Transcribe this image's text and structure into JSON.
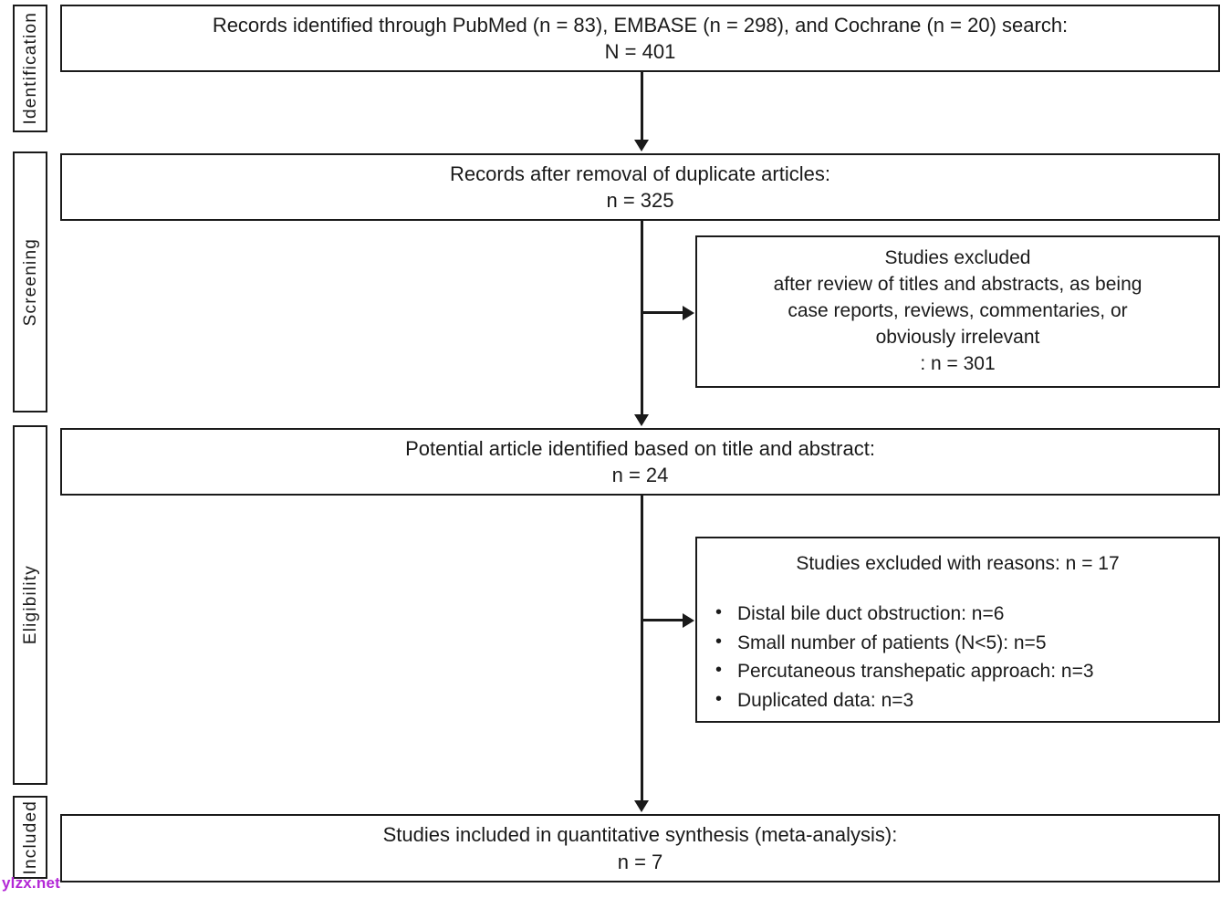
{
  "diagram": {
    "title": "PRISMA study selection flow diagram",
    "watermark": "ylzx.net",
    "line_color": "#1a1a1a",
    "watermark_color": "#b327d6"
  },
  "stages": [
    {
      "label": "Identification"
    },
    {
      "label": "Screening"
    },
    {
      "label": "Eligibility"
    },
    {
      "label": "Included"
    }
  ],
  "flow_boxes": [
    {
      "line1": "Records identified through PubMed (n = 83), EMBASE (n = 298), and Cochrane (n = 20) search:",
      "line2": "N = 401"
    },
    {
      "line1": "Records after removal of duplicate articles:",
      "line2": "n = 325"
    },
    {
      "line1": "Potential article identified based on title and abstract:",
      "line2": "n = 24"
    },
    {
      "line1": "Studies included in quantitative synthesis (meta-analysis):",
      "line2": "n = 7"
    }
  ],
  "excluded_screening": {
    "line1": "Studies excluded",
    "line2": "after review of titles and abstracts, as being",
    "line3": "case reports, reviews, commentaries, or",
    "line4": "obviously irrelevant",
    "line5": ": n = 301"
  },
  "excluded_eligibility": {
    "heading": "Studies excluded with reasons: n = 17",
    "reasons": [
      "Distal bile duct obstruction: n=6",
      "Small number of patients (N<5): n=5",
      "Percutaneous transhepatic approach: n=3",
      "Duplicated data: n=3"
    ]
  }
}
